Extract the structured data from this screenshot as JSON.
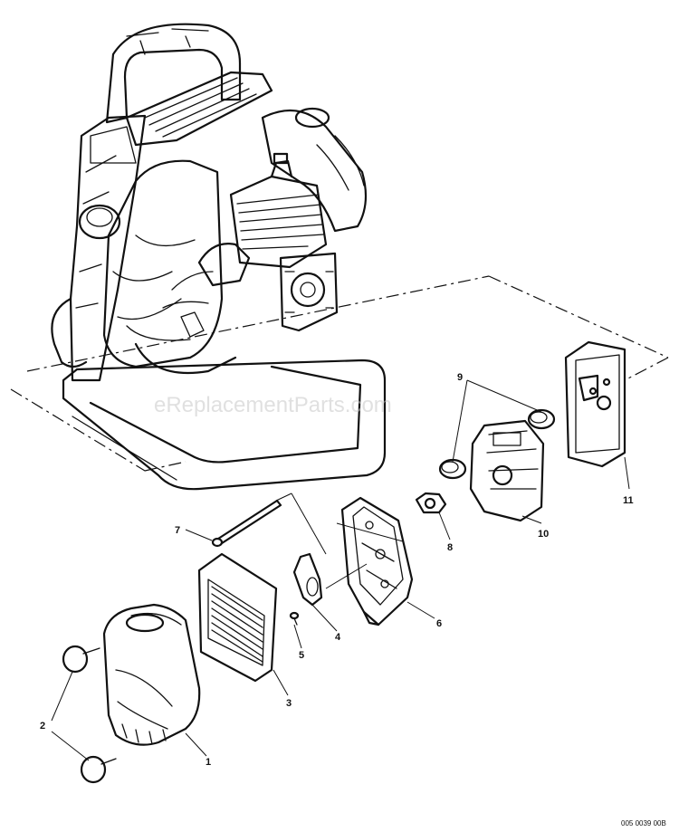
{
  "watermark": "eReplacementParts.com",
  "drawing_code": "005 0039 00B",
  "callouts": [
    {
      "id": "c1",
      "label": "1"
    },
    {
      "id": "c2",
      "label": "2"
    },
    {
      "id": "c3",
      "label": "3"
    },
    {
      "id": "c4",
      "label": "4"
    },
    {
      "id": "c5",
      "label": "5"
    },
    {
      "id": "c6",
      "label": "6"
    },
    {
      "id": "c7",
      "label": "7"
    },
    {
      "id": "c8",
      "label": "8"
    },
    {
      "id": "c9",
      "label": "9"
    },
    {
      "id": "c10",
      "label": "10"
    },
    {
      "id": "c11",
      "label": "11"
    }
  ]
}
